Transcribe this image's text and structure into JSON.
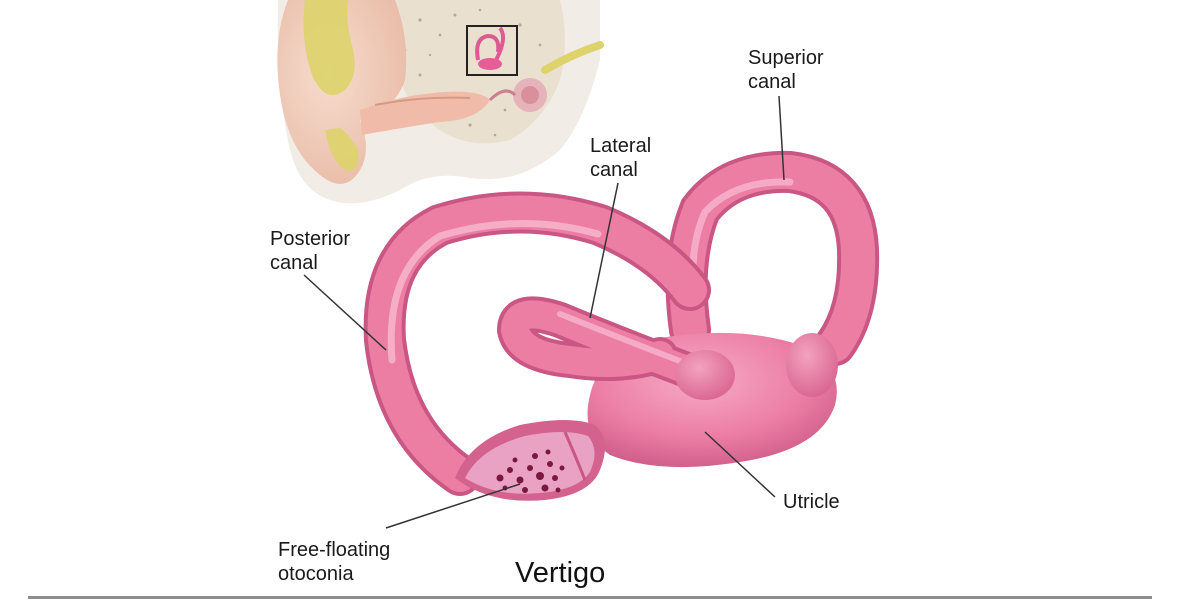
{
  "labels": {
    "superior_canal": "Superior\ncanal",
    "lateral_canal": "Lateral\ncanal",
    "posterior_canal": "Posterior\ncanal",
    "utricle": "Utricle",
    "otoconia": "Free-floating\notoconia"
  },
  "title": "Vertigo",
  "colors": {
    "canal": "#ec7ea4",
    "canal_shadow": "#c95683",
    "canal_highlight": "#f7b6cd",
    "otoconia": "#7a1840",
    "ear_skin": "#f2c9b6",
    "bone_yellow": "#ddd36a",
    "leader_line": "#333333",
    "rule": "#8e8e8e"
  },
  "icons": {
    "ear_inset": "ear-anatomy-icon",
    "zoom_box": "zoom-box-icon"
  }
}
